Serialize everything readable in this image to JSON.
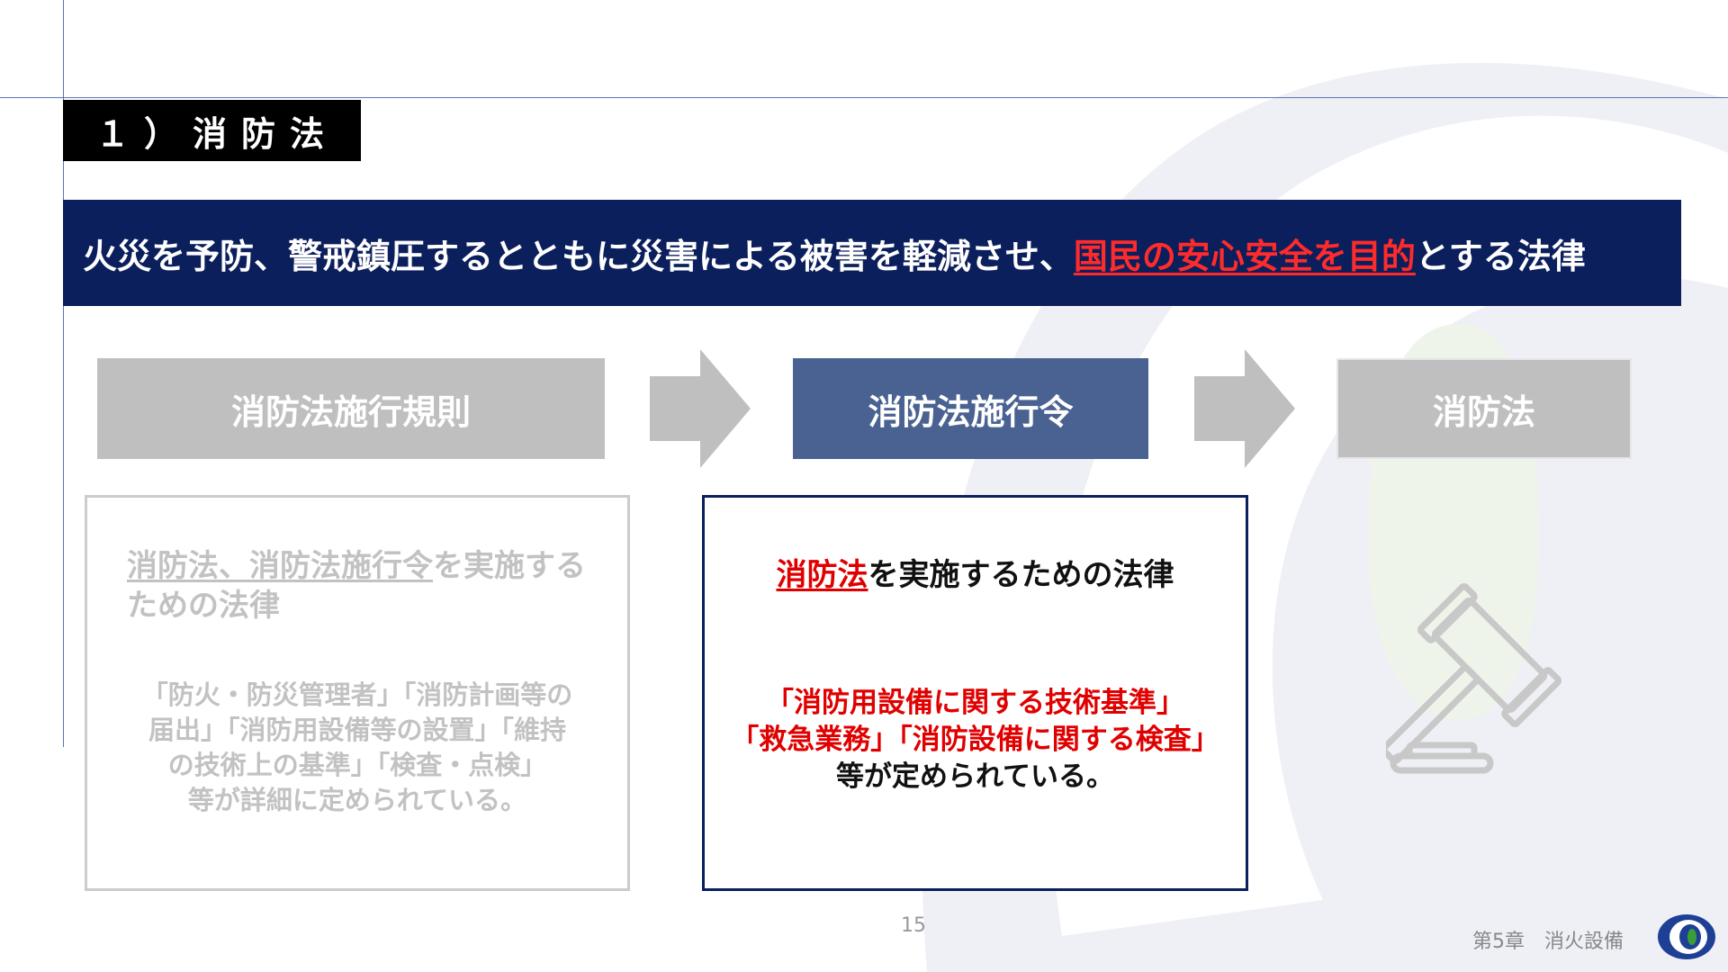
{
  "section": {
    "title": "１）消防法"
  },
  "purpose": {
    "prefix": "火災を予防、警戒鎮圧するとともに災害による被害を軽減させ、",
    "highlight": "国民の安心安全を目的",
    "suffix": "とする法律"
  },
  "steps": {
    "rules_label": "消防法施行規則",
    "order_label": "消防法施行令",
    "law_label": "消防法"
  },
  "rules_box": {
    "lead_underlined": "消防法、消防法施行令",
    "lead_rest": "を実施するための法律",
    "detail_lines": [
      "「防火・防災管理者」「消防計画等の",
      "届出」「消防用設備等の設置」「維持",
      "の技術上の基準」「検査・点検」",
      "等が詳細に定められている。"
    ]
  },
  "order_box": {
    "lead_red": "消防法",
    "lead_rest": "を実施するための法律",
    "detail_red_1": "「消防用設備に関する技術基準」",
    "detail_red_2": "「救急業務」「消防設備に関する検査」",
    "detail_black": "等が定められている。"
  },
  "footer": {
    "page_number": "15",
    "chapter": "第5章　消火設備"
  },
  "colors": {
    "navy": "#0b1f5c",
    "steel_blue": "#4a6291",
    "gray_box": "#bfbfbf",
    "red": "#e00000"
  },
  "icons": [
    "gavel-icon",
    "arrow-right-icon",
    "logo-icon"
  ]
}
